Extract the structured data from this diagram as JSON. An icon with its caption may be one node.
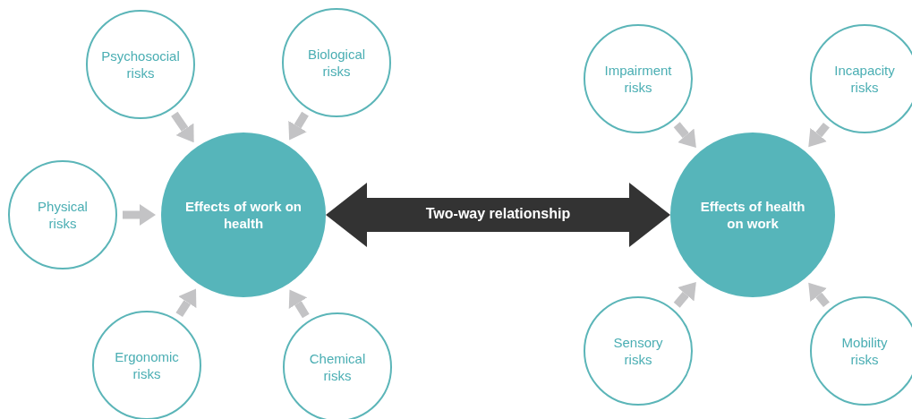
{
  "diagram": {
    "nodes": [
      {
        "text": [
          "Psychosocial risks"
        ]
      },
      {
        "text": [
          "Biological risks"
        ]
      },
      {
        "text": [
          "Impairment risks"
        ]
      },
      {
        "text": [
          "Incapacity risks"
        ]
      },
      {
        "text": [
          "Physical risks"
        ]
      },
      {
        "text": [
          "Effects of work on health"
        ]
      },
      {
        "text": [
          "Effects of health on work"
        ]
      },
      {
        "text": [
          "Ergonomic risks"
        ]
      },
      {
        "text": [
          "Chemical risks"
        ]
      },
      {
        "text": [
          "Sensory risks"
        ]
      },
      {
        "text": [
          "Mobility risks"
        ]
      }
    ],
    "edges": [
      {
        "from": 0,
        "to": 5,
        "arrow": "to"
      },
      {
        "from": 1,
        "to": 5,
        "arrow": "to"
      },
      {
        "from": 4,
        "to": 5,
        "arrow": "to"
      },
      {
        "from": 7,
        "to": 5,
        "arrow": "to"
      },
      {
        "from": 8,
        "to": 5,
        "arrow": "to"
      },
      {
        "from": 2,
        "to": 6,
        "arrow": "to"
      },
      {
        "from": 3,
        "to": 6,
        "arrow": "to"
      },
      {
        "from": 9,
        "to": 6,
        "arrow": "to"
      },
      {
        "from": 10,
        "to": 6,
        "arrow": "to"
      },
      {
        "from": 5,
        "to": 6,
        "arrow": "both",
        "label": "Two-way relationship",
        "style": "thick",
        "color": "#333333"
      }
    ]
  }
}
